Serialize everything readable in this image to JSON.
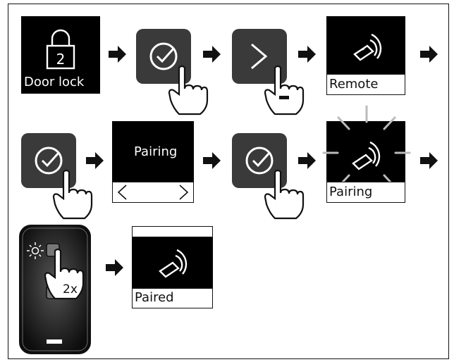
{
  "steps": {
    "door_lock_label": "Door lock",
    "remote_label": "Remote",
    "pairing_label": "Pairing",
    "pairing_blink_label": "Pairing",
    "paired_label": "Paired",
    "press_count": "2x"
  },
  "icons": {
    "lock": "padlock-icon",
    "confirm": "checkmark-circle-icon",
    "next": "chevron-right-icon",
    "remote": "remote-control-icon",
    "hand": "pointing-hand-icon",
    "arrow": "arrow-right-icon"
  },
  "colors": {
    "panel_dark": "#3a3a3a",
    "panel_black": "#000000",
    "line": "#111111"
  }
}
